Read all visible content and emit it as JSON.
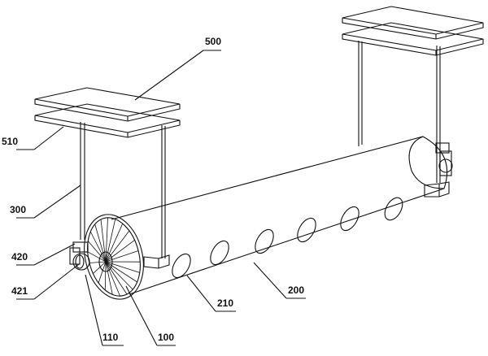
{
  "figure": {
    "labels": {
      "l500": "500",
      "l510": "510",
      "l300": "300",
      "l420": "420",
      "l421": "421",
      "l110": "110",
      "l100": "100",
      "l210": "210",
      "l200": "200"
    }
  }
}
